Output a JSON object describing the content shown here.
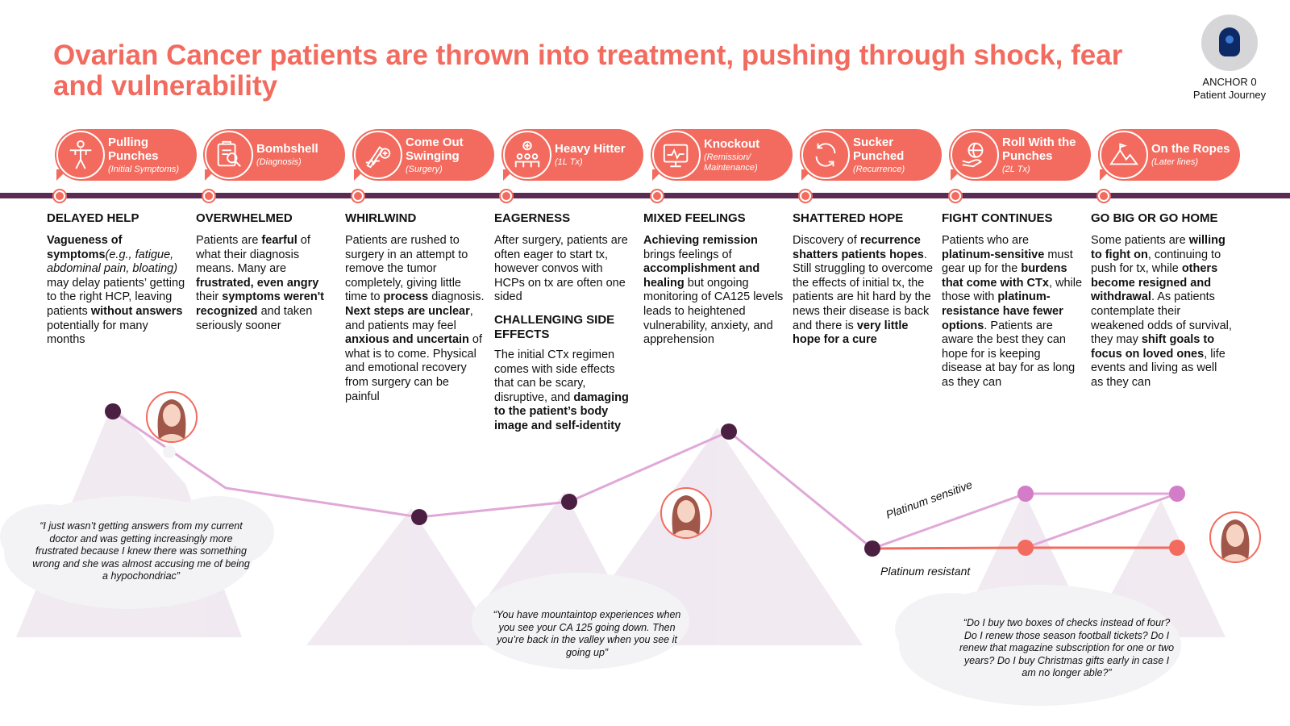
{
  "title": "Ovarian Cancer patients are thrown into treatment, pushing through shock, fear and vulnerability",
  "anchor": {
    "line1": "ANCHOR 0",
    "line2": "Patient Journey"
  },
  "colors": {
    "accent": "#f26b5e",
    "timeline": "#5b2b53",
    "path": "#e0a8d8",
    "node": "#4a1f42",
    "mountain": "#efe6ef"
  },
  "stages": [
    {
      "name": "Pulling Punches",
      "sub": "(Initial Symptoms)",
      "icon": "person-body-icon"
    },
    {
      "name": "Bombshell",
      "sub": "(Diagnosis)",
      "icon": "clipboard-magnifier-icon"
    },
    {
      "name": "Come Out Swinging",
      "sub": "(Surgery)",
      "icon": "scalpel-icon"
    },
    {
      "name": "Heavy Hitter",
      "sub": "(1L Tx)",
      "icon": "group-medical-icon"
    },
    {
      "name": "Knockout",
      "sub": "(Remission/ Maintenance)",
      "icon": "monitor-chart-icon"
    },
    {
      "name": "Sucker Punched",
      "sub": "(Recurrence)",
      "icon": "cycle-arrows-icon"
    },
    {
      "name": "Roll With the Punches",
      "sub": "(2L Tx)",
      "icon": "hand-globe-icon"
    },
    {
      "name": "On the Ropes",
      "sub": "(Later lines)",
      "icon": "mountains-icon"
    }
  ],
  "columns": [
    {
      "heading": "DELAYED HELP",
      "b1": "Vagueness of symptoms",
      "i1": "(e.g., fatigue, abdominal pain, bloating)",
      "t1": " may delay patients’ getting to the right HCP, leaving patients ",
      "b2": "without answers",
      "t2": " potentially for many months"
    },
    {
      "heading": "OVERWHELMED",
      "t1": "Patients are ",
      "b1": "fearful",
      "t2": " of what their diagnosis means. Many are ",
      "b2": "frustrated, even angry",
      "t3": " their ",
      "b3": "symptoms weren't recognized",
      "t4": " and taken seriously sooner"
    },
    {
      "heading": "WHIRLWIND",
      "t1": "Patients are rushed to surgery in an attempt to remove the tumor completely, giving little time to ",
      "b1": "process",
      "t2": " diagnosis. ",
      "b2": "Next steps are unclear",
      "t3": ", and patients may feel ",
      "b3": "anxious and uncertain",
      "t4": " of what is to come. Physical and emotional recovery from surgery can be painful"
    },
    {
      "heading": "EAGERNESS",
      "t1": "After surgery, patients are often eager to start tx, however convos with HCPs on tx are often one sided",
      "heading2": "CHALLENGING SIDE EFFECTS",
      "t2": "The initial CTx regimen comes with side effects that can be scary, disruptive, and ",
      "b1": "damaging to the patient’s body image and self-identity"
    },
    {
      "heading": "MIXED FEELINGS",
      "b1": "Achieving remission",
      "t1": " brings feelings of ",
      "b2": "accomplishment and healing",
      "t2": " but ongoing monitoring of CA125 levels leads to heightened vulnerability, anxiety, and apprehension"
    },
    {
      "heading": "SHATTERED HOPE",
      "t1": "Discovery of ",
      "b1": "recurrence shatters patients hopes",
      "t2": ". Still struggling to overcome the effects of initial tx, the patients are hit hard by the news their disease is back and there is ",
      "b2": "very little hope for a cure"
    },
    {
      "heading": "FIGHT CONTINUES",
      "t1": "Patients who are ",
      "b1": "platinum-sensitive",
      "t2": " must gear up for the ",
      "b2": "burdens that come with CTx",
      "t3": ", while those with ",
      "b3": "platinum-resistance have fewer options",
      "t4": ". Patients are aware the best they can hope for is keeping disease at bay for as long as they can"
    },
    {
      "heading": "GO BIG OR GO HOME",
      "t1": "Some patients are ",
      "b1": "willing to fight on",
      "t2": ", continuing to push for tx, while ",
      "b2": "others become resigned and withdrawal",
      "t3": ". As patients contemplate their weakened odds of survival, they may ",
      "b3": "shift goals to focus on loved ones",
      "t4": ", life events and living as well as they can"
    }
  ],
  "journey": {
    "labels": {
      "sensitive": "Platinum sensitive",
      "resistant": "Platinum resistant"
    },
    "quotes": [
      "“I just wasn’t getting answers from my current doctor and was getting increasingly more frustrated because I knew there was something wrong and she was almost accusing me of being a hypochondriac”",
      "“You have mountaintop experiences when you see your CA 125 going down. Then you’re back in the valley when you see it going up”",
      "“Do I buy two boxes of checks instead of four? Do I renew those season football tickets? Do I renew that magazine subscription for one or two years? Do I buy Christmas gifts early in case I am no longer able?”"
    ]
  }
}
